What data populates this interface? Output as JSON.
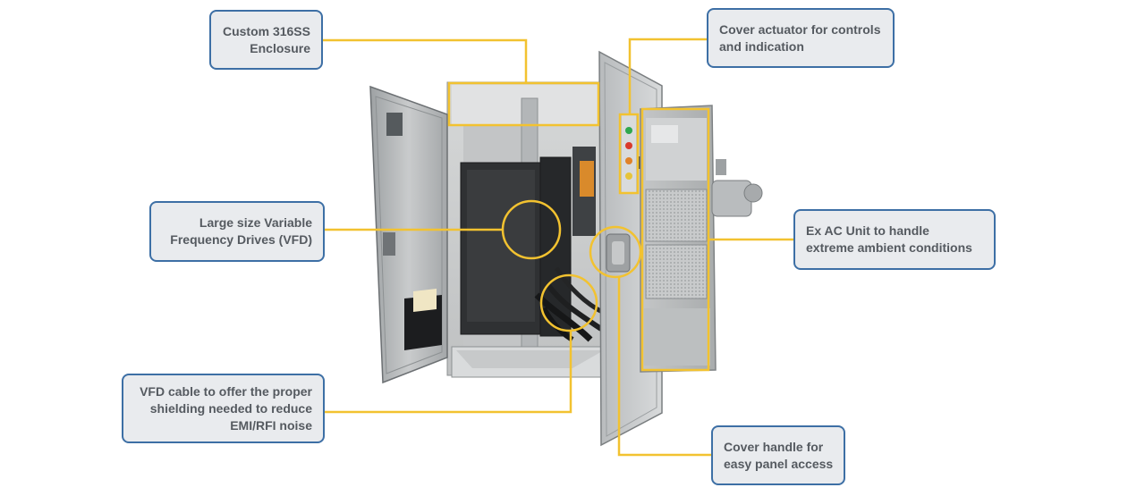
{
  "callouts": {
    "enclosure": {
      "lines": [
        "Custom 316SS",
        "Enclosure"
      ]
    },
    "actuator": {
      "lines": [
        "Cover actuator for controls",
        "and indication"
      ]
    },
    "vfd": {
      "lines": [
        "Large size Variable",
        "Frequency Drives (VFD)"
      ]
    },
    "ac_unit": {
      "lines": [
        "Ex AC Unit to handle",
        "extreme ambient conditions"
      ]
    },
    "cable": {
      "lines": [
        "VFD cable to offer the proper",
        "shielding needed to reduce",
        "EMI/RFI noise"
      ]
    },
    "handle": {
      "lines": [
        "Cover handle for",
        "easy panel access"
      ]
    }
  },
  "colors": {
    "leader": "#f2c230",
    "callout_border": "#3d6fa5",
    "callout_fill": "#e9ebee",
    "callout_text": "#555a60",
    "steel_light": "#cfd1d2",
    "steel_dark": "#7b7f82",
    "drive_dark": "#2e3032"
  },
  "indicator_lights": [
    "green",
    "red",
    "orange",
    "yellow"
  ]
}
